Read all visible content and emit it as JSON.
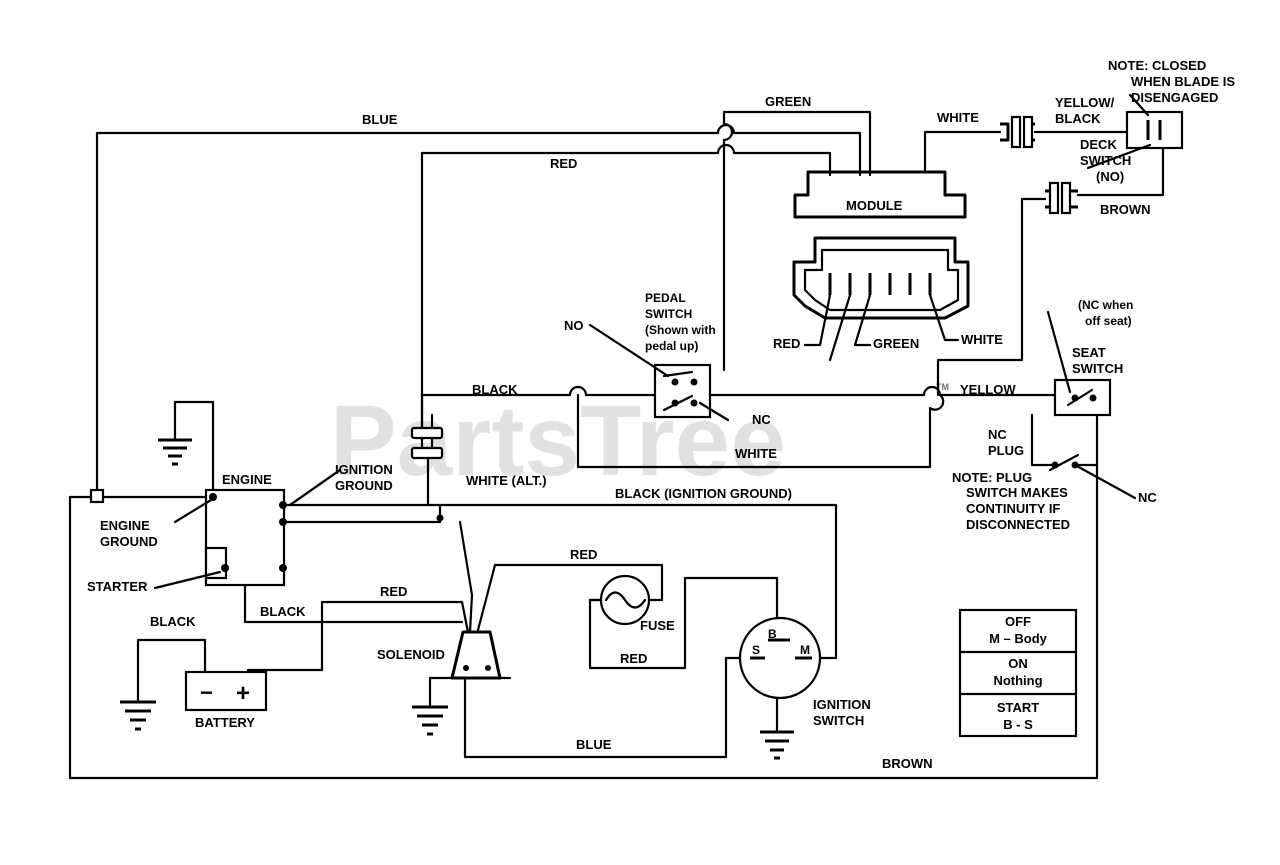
{
  "watermark": "PartsTree",
  "watermark_tm": "TM",
  "labels": {
    "blue_top": "BLUE",
    "green_top": "GREEN",
    "red_top": "RED",
    "white_top": "WHITE",
    "yellow_black": [
      "YELLOW/",
      "BLACK"
    ],
    "note_blade": [
      "NOTE:  CLOSED",
      "WHEN BLADE IS",
      "DISENGAGED"
    ],
    "deck_switch": [
      "DECK",
      "SWITCH",
      "(NO)"
    ],
    "brown_right": "BROWN",
    "module": "MODULE",
    "connector_red": "RED",
    "connector_green": "GREEN",
    "connector_white": "WHITE",
    "no": "NO",
    "pedal_switch": [
      "PEDAL",
      "SWITCH",
      "(Shown with",
      "pedal up)"
    ],
    "nc_pedal": "NC",
    "black_mid": "BLACK",
    "white_mid": "WHITE",
    "yellow_mid": "YELLOW",
    "nc_seat": [
      "(NC when",
      "off seat)"
    ],
    "seat_switch": [
      "SEAT",
      "SWITCH"
    ],
    "nc_plug": [
      "NC",
      "PLUG"
    ],
    "note_plug": [
      "NOTE:  PLUG",
      "SWITCH MAKES",
      "CONTINUITY IF",
      "DISCONNECTED"
    ],
    "nc_right": "NC",
    "engine": "ENGINE",
    "ignition_ground": [
      "IGNITION",
      "GROUND"
    ],
    "white_alt": "WHITE (ALT.)",
    "black_ign_ground": "BLACK  (IGNITION GROUND)",
    "engine_ground": [
      "ENGINE",
      "GROUND"
    ],
    "starter": "STARTER",
    "black_starter": "BLACK",
    "red_solenoid": "RED",
    "red_fuse": "RED",
    "fuse": "FUSE",
    "red_lower": "RED",
    "black_battery": "BLACK",
    "battery": "BATTERY",
    "battery_minus": "−",
    "battery_plus": "+",
    "solenoid": "SOLENOID",
    "blue_bottom": "BLUE",
    "brown_bottom": "BROWN",
    "ignition_switch": [
      "IGNITION",
      "SWITCH"
    ],
    "term_b": "B",
    "term_s": "S",
    "term_m": "M"
  },
  "switch_table": [
    [
      "OFF",
      "M – Body"
    ],
    [
      "ON",
      "Nothing"
    ],
    [
      "START",
      "B - S"
    ]
  ]
}
